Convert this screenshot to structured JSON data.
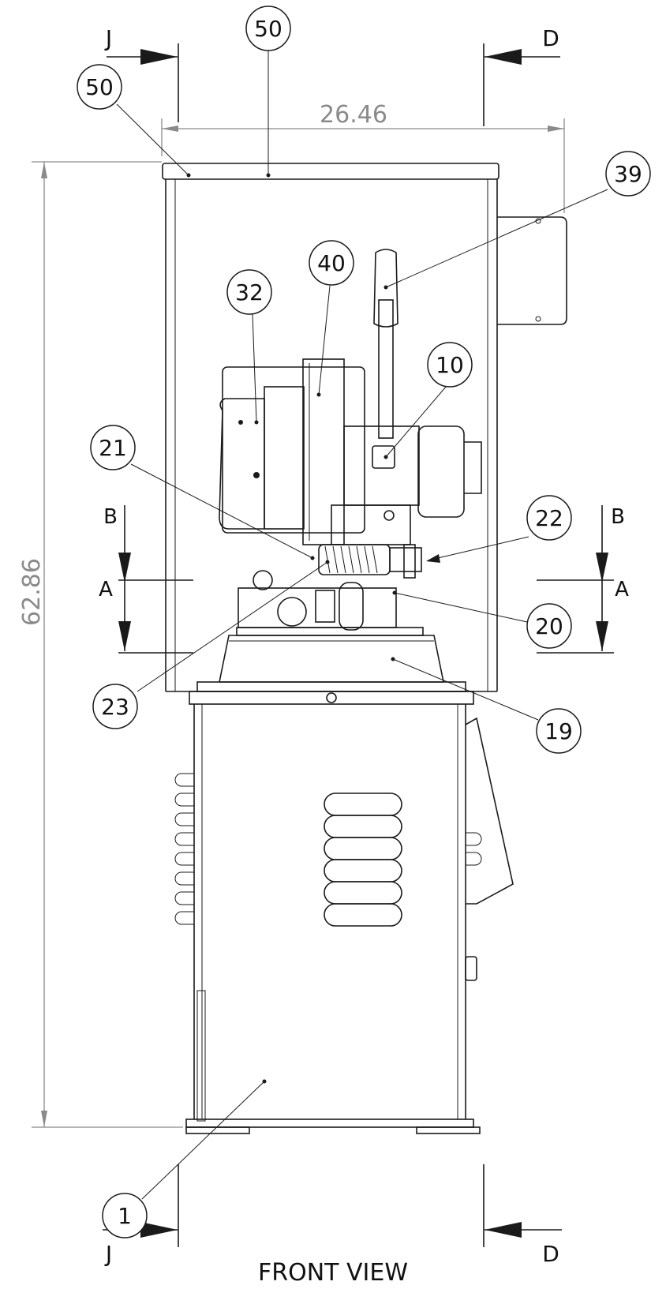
{
  "view_title": "FRONT VIEW",
  "dimensions": {
    "overall_width": "26.46",
    "overall_height": "62.86"
  },
  "section_labels": {
    "j_top": "J",
    "d_top": "D",
    "j_bottom": "J",
    "d_bottom": "D",
    "b_left": "B",
    "a_left": "A",
    "b_right": "B",
    "a_right": "A"
  },
  "balloons": {
    "b50_top": "50",
    "b50_left": "50",
    "b39": "39",
    "b40": "40",
    "b32": "32",
    "b10": "10",
    "b21": "21",
    "b22": "22",
    "b20": "20",
    "b23": "23",
    "b19": "19",
    "b1": "1"
  },
  "colors": {
    "line": "#1a1a1a",
    "dimension": "#8a8a8a",
    "background": "#ffffff"
  }
}
